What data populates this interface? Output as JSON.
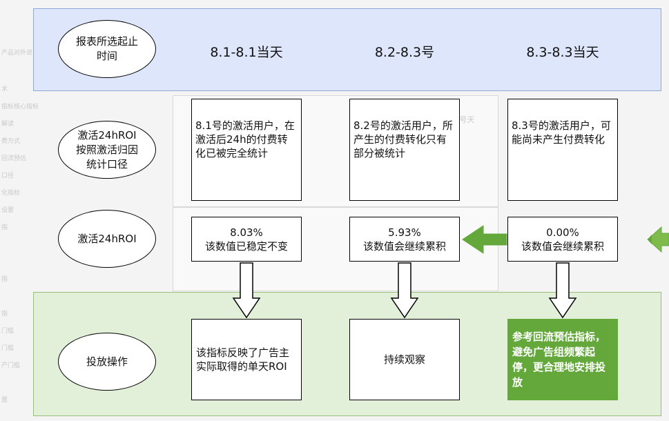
{
  "rows": {
    "time_label": "报表所选起止\n时间",
    "roi_def_label": "激活24hROI\n按照激活归因\n统计口径",
    "roi_label": "激活24hROI",
    "action_label": "投放操作"
  },
  "columns": [
    {
      "header": "8.1-8.1当天",
      "description": "8.1号的激活用户，在激活后24h的付费转化已被完全统计",
      "roi": "8.03%\n该数值已稳定不变",
      "action": "该指标反映了广告主实际取得的单天ROI"
    },
    {
      "header": "8.2-8.3号",
      "description": "8.2号的激活用户，所产生的付费转化只有部分被统计",
      "roi": "5.93%\n该数值会继续累积",
      "action": "持续观察"
    },
    {
      "header": "8.3-8.3当天",
      "description": "8.3号的激活用户，可能尚未产生付费转化",
      "roi": "0.00%\n该数值会继续累积",
      "action": "参考回流预估指标，避免广告组频繁起停，更合理地安排投放"
    }
  ],
  "colors": {
    "top_band": "#dde6fb",
    "bottom_band": "#e2efd9",
    "green_arrow": "#64a83c",
    "highlight_box": "#64a83c"
  }
}
